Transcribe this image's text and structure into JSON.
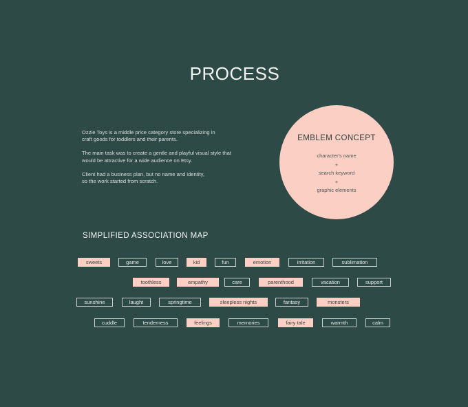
{
  "title": "PROCESS",
  "intro": [
    "Ozzie Toys is a middle price category store specializing in\ncraft goods for toddlers and their parents.",
    "The main task was to create a gentle and playful visual style that\n would be attractive for a wide audience on Etsy.",
    "Client had a business plan, but no name and identity,\nso the work started from scratch."
  ],
  "emblem": {
    "title": "EMBLEM CONCEPT",
    "lines": [
      "character's name",
      "+",
      "search keyword",
      "+",
      "graphic elements"
    ]
  },
  "map_heading": "SIMPLIFIED ASSOCIATION MAP",
  "tags": [
    {
      "label": "sweets",
      "highlight": true
    },
    {
      "label": "game",
      "highlight": false
    },
    {
      "label": "love",
      "highlight": false
    },
    {
      "label": "kid",
      "highlight": true
    },
    {
      "label": "fun",
      "highlight": false
    },
    {
      "label": "emotion",
      "highlight": true
    },
    {
      "label": "irritation",
      "highlight": false
    },
    {
      "label": "sublimation",
      "highlight": false
    },
    {
      "label": "toothless",
      "highlight": true
    },
    {
      "label": "empathy",
      "highlight": true
    },
    {
      "label": "care",
      "highlight": false
    },
    {
      "label": "parenthood",
      "highlight": true
    },
    {
      "label": "vacation",
      "highlight": false
    },
    {
      "label": "support",
      "highlight": false
    },
    {
      "label": "sunshine",
      "highlight": false
    },
    {
      "label": "laught",
      "highlight": false
    },
    {
      "label": "springtime",
      "highlight": false
    },
    {
      "label": "sleepless nights",
      "highlight": true
    },
    {
      "label": "fantasy",
      "highlight": false
    },
    {
      "label": "monsters",
      "highlight": true
    },
    {
      "label": "cuddle",
      "highlight": false
    },
    {
      "label": "tenderness",
      "highlight": false
    },
    {
      "label": "feelings",
      "highlight": true
    },
    {
      "label": "memories",
      "highlight": false
    },
    {
      "label": "fairy tale",
      "highlight": true
    },
    {
      "label": "warmth",
      "highlight": false
    },
    {
      "label": "calm",
      "highlight": false
    }
  ],
  "colors": {
    "background": "#2d4a47",
    "accent": "#fbcfc3",
    "text": "#f1f3f1"
  }
}
